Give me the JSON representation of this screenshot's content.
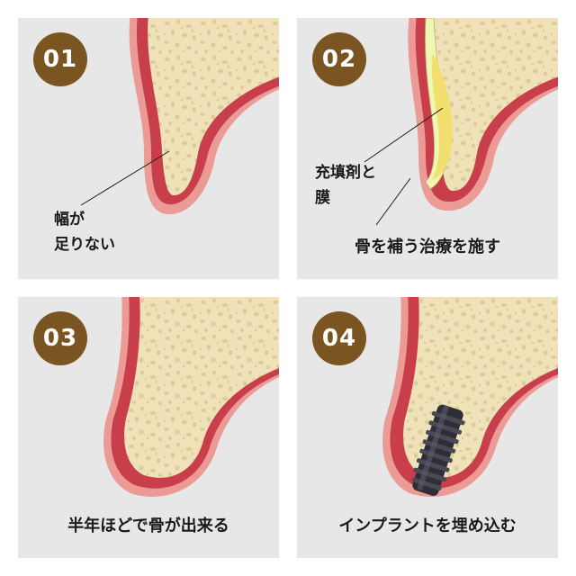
{
  "panels": [
    {
      "number": "01",
      "label_line1": "幅が",
      "label_line2": "足りない"
    },
    {
      "number": "02",
      "label_line1": "充填剤と",
      "label_line2": "膜",
      "caption": "骨を補う治療を施す"
    },
    {
      "number": "03",
      "caption": "半年ほどで骨が出来る"
    },
    {
      "number": "04",
      "caption": "インプラントを埋め込む"
    }
  ],
  "colors": {
    "badge": "#7a5522",
    "bone": "#efe2b8",
    "gum": "#c83e4a",
    "gum_light": "#eb9a96",
    "filler": "#f3df6e",
    "membrane": "#eef7b4",
    "implant": "#2e2e37",
    "panel_bg": "#e7e7e7"
  }
}
